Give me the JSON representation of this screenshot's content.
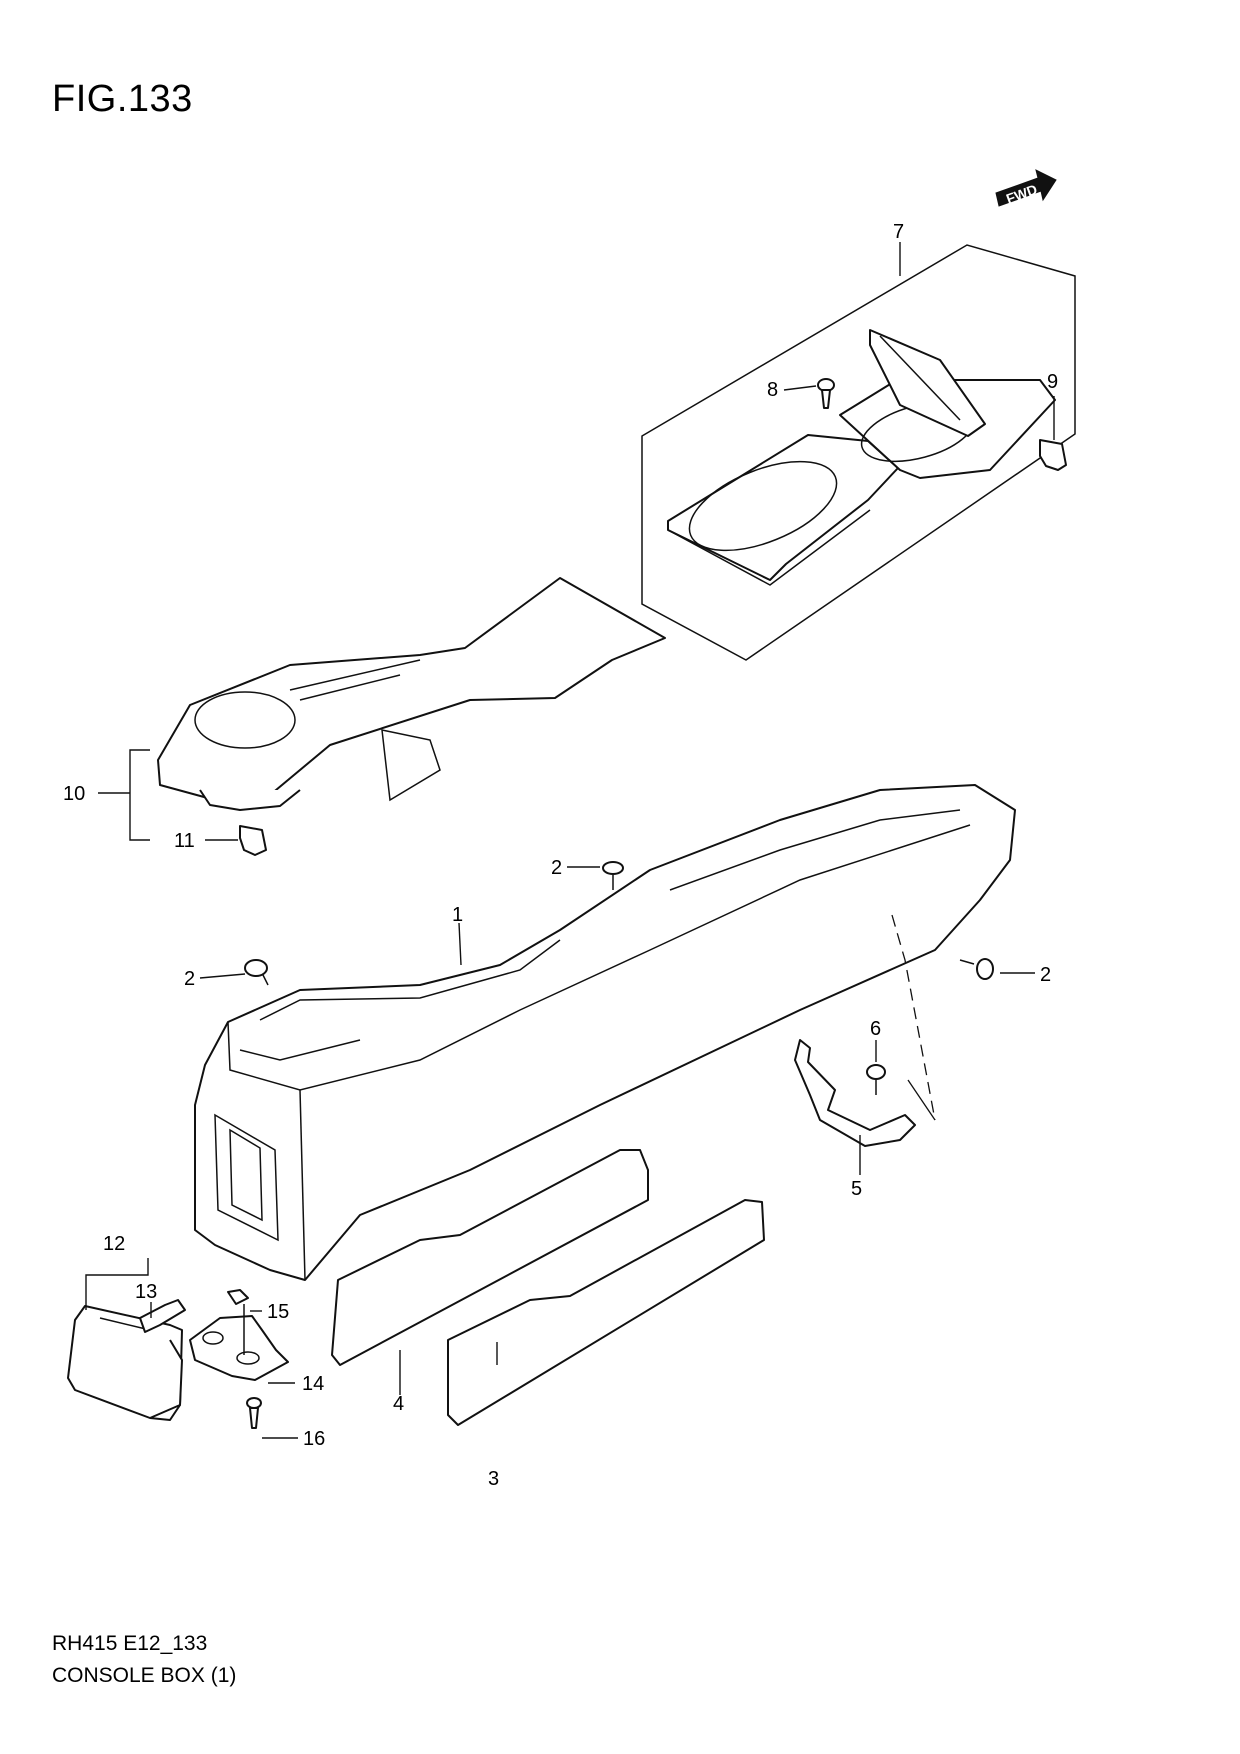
{
  "figure": {
    "title": "FIG.133",
    "fwd_label": "FWD",
    "model_code": "RH415 E12_133",
    "name": "CONSOLE BOX (1)"
  },
  "callouts": {
    "c1": "1",
    "c2a": "2",
    "c2b": "2",
    "c2c": "2",
    "c3": "3",
    "c4": "4",
    "c5": "5",
    "c6": "6",
    "c7": "7",
    "c8": "8",
    "c9": "9",
    "c10": "10",
    "c11": "11",
    "c12": "12",
    "c13": "13",
    "c14": "14",
    "c15": "15",
    "c16": "16"
  }
}
